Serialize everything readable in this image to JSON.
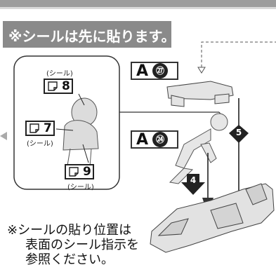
{
  "banner": {
    "text": "※シールは先に貼ります。"
  },
  "steps": {
    "top": {
      "letter": "A",
      "number": "㉗"
    },
    "middle": {
      "letter": "A",
      "number": "㉔"
    }
  },
  "arrows": {
    "left": "4",
    "right": "5"
  },
  "stickers": {
    "s8": {
      "label": "(シール)",
      "number": "8"
    },
    "s7": {
      "label": "(シール)",
      "number": "7"
    },
    "s9": {
      "label": "(シール)",
      "number": "9"
    }
  },
  "note": {
    "line1": "※シールの貼り位置は",
    "line2": "表面のシール指示を",
    "line3": "参照ください。"
  }
}
